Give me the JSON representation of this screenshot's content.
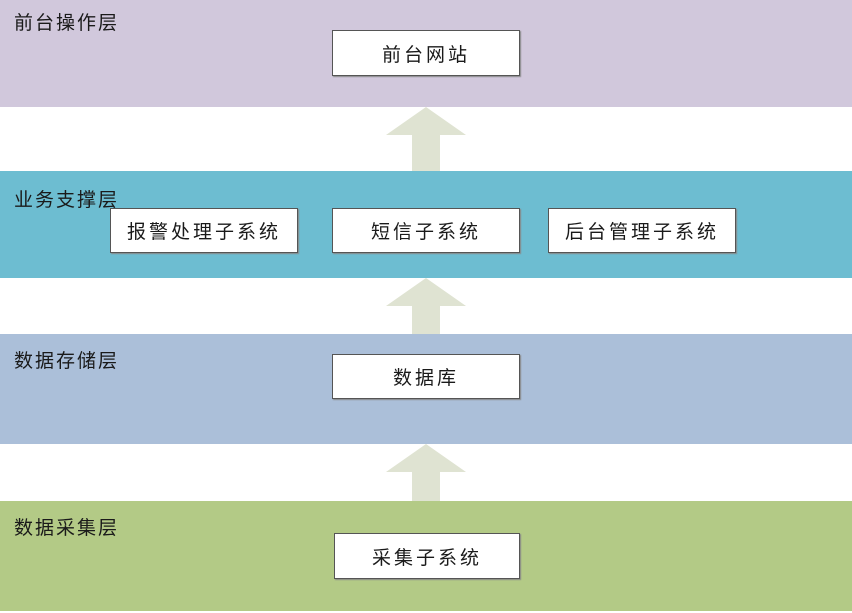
{
  "layers": [
    {
      "title": "前台操作层",
      "color": "#d1c8dc",
      "boxes": [
        "前台网站"
      ]
    },
    {
      "title": "业务支撑层",
      "color": "#6dbdd1",
      "boxes": [
        "报警处理子系统",
        "短信子系统",
        "后台管理子系统"
      ]
    },
    {
      "title": "数据存储层",
      "color": "#abbfd9",
      "boxes": [
        "数据库"
      ]
    },
    {
      "title": "数据采集层",
      "color": "#b3ca86",
      "boxes": [
        "采集子系统"
      ]
    }
  ],
  "arrow_color": "#dfe3d2"
}
